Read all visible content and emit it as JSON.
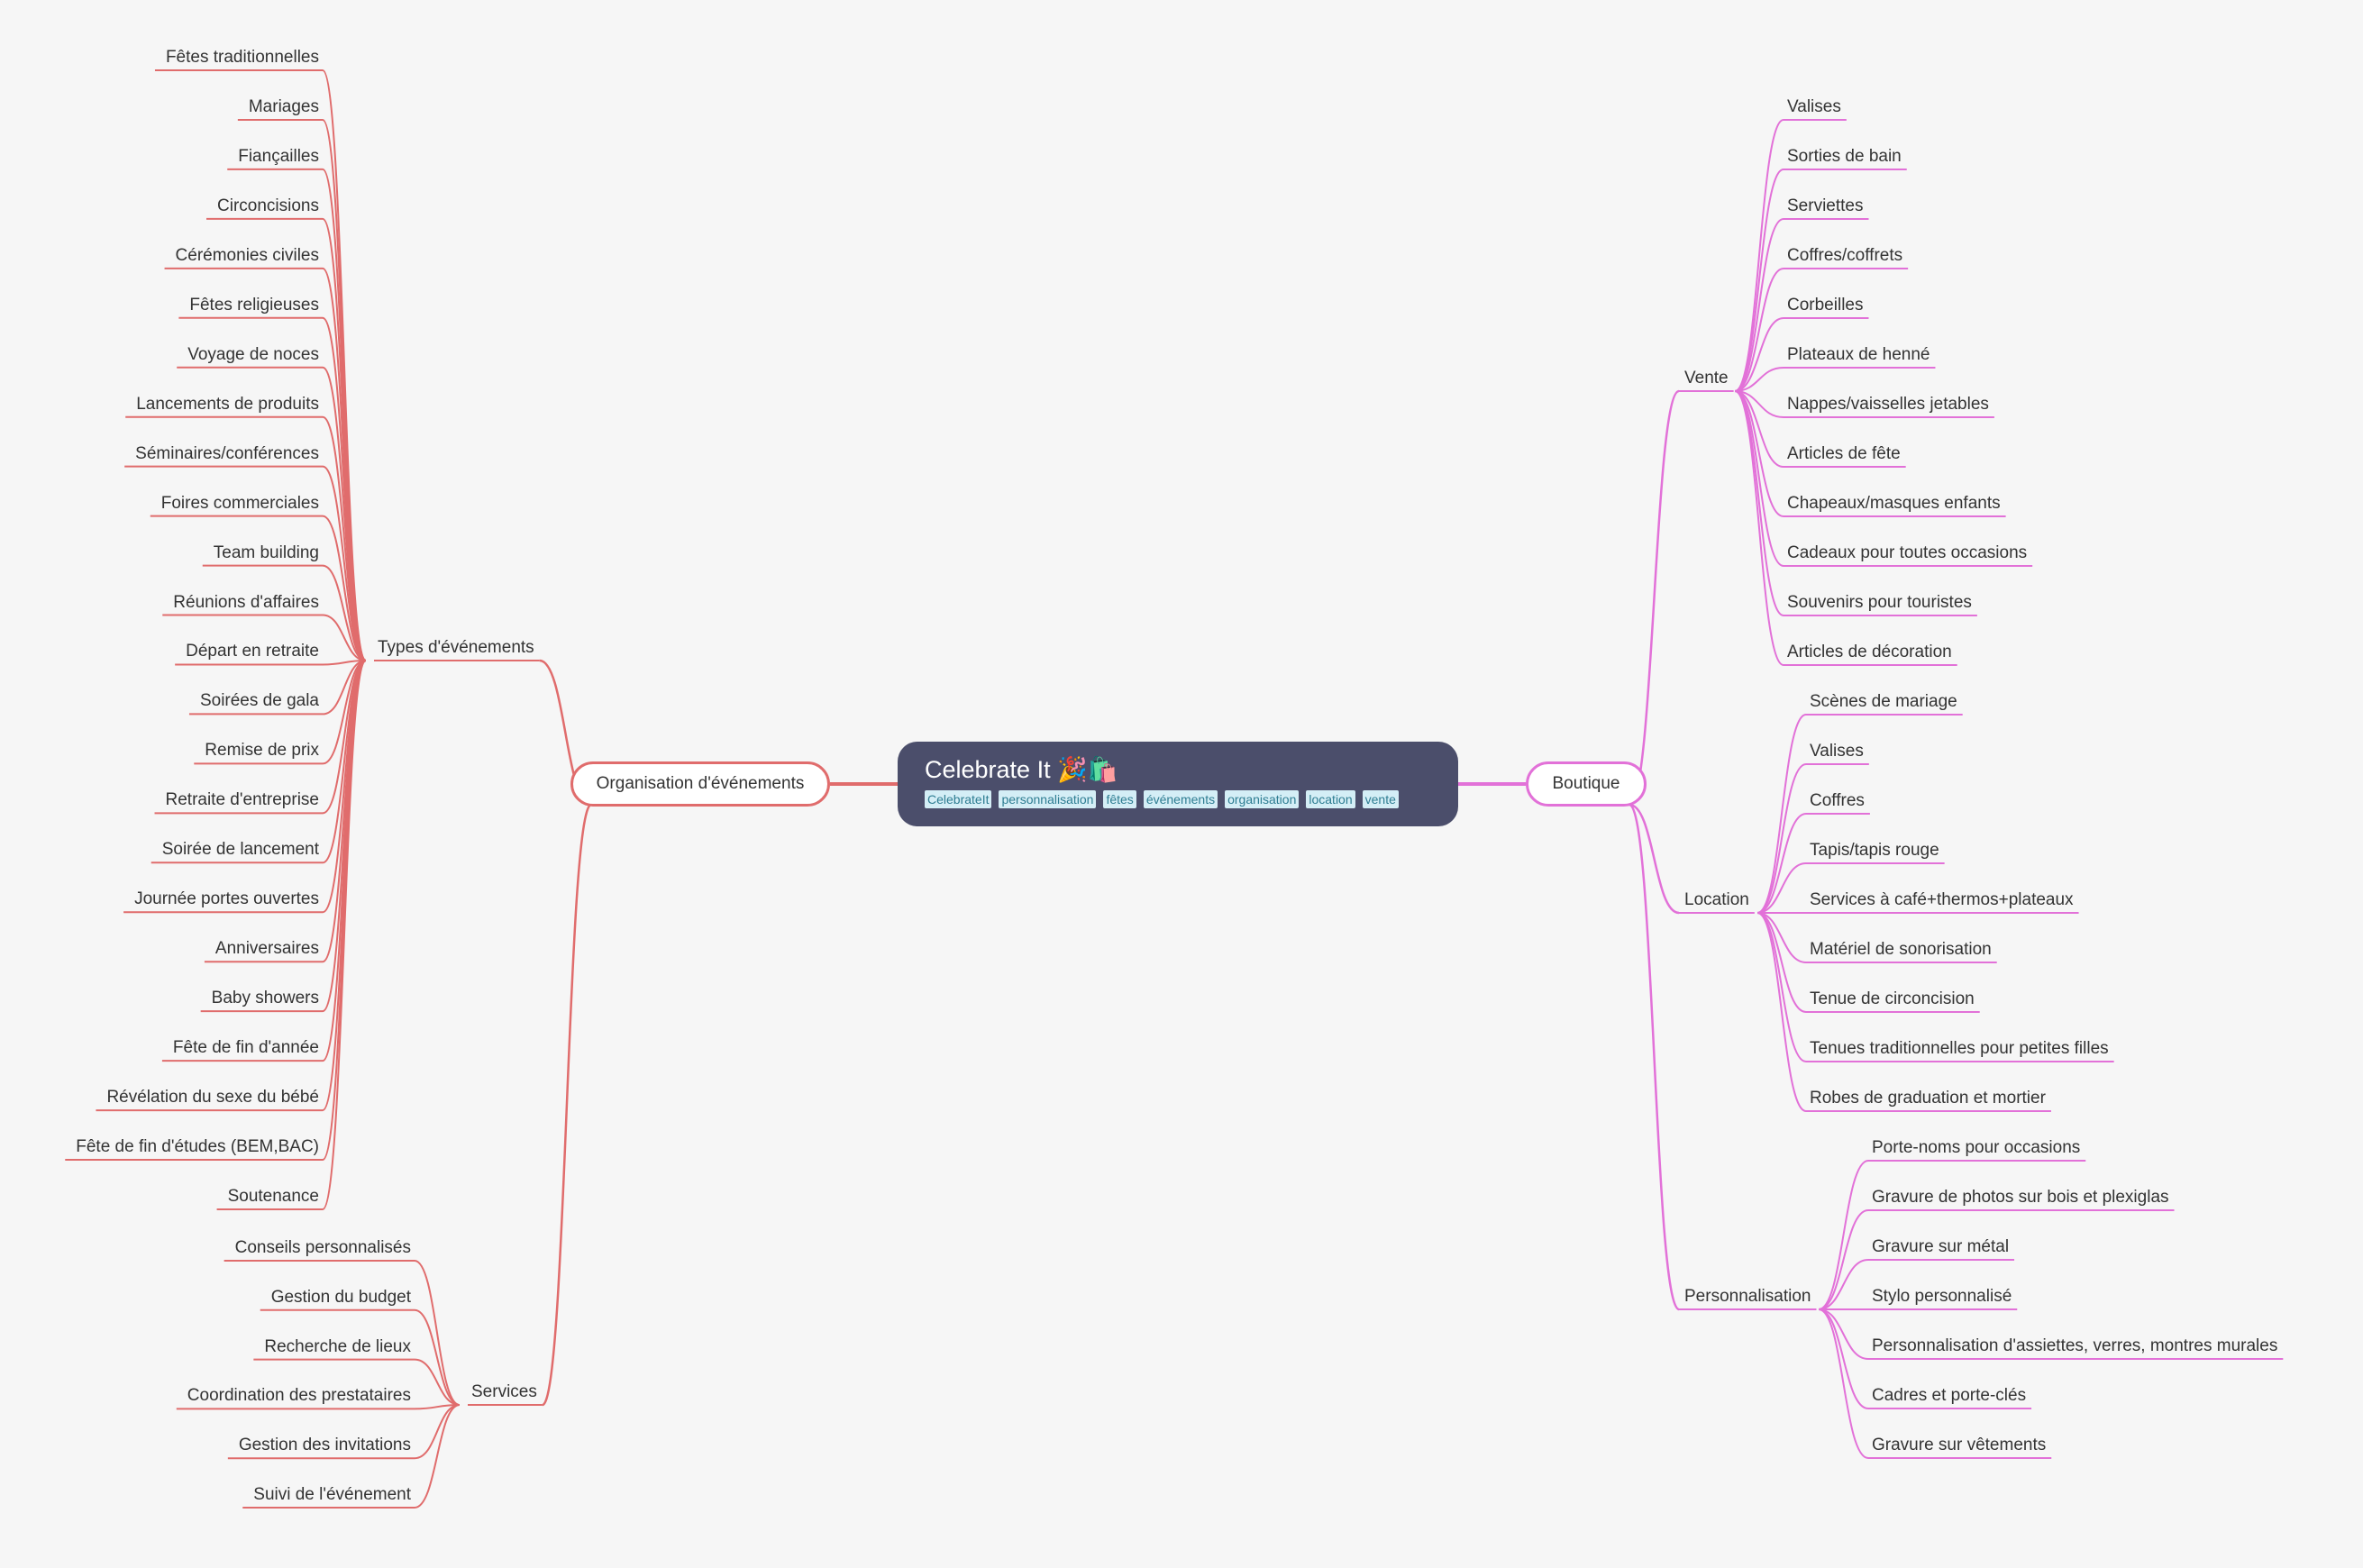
{
  "root": {
    "title": "Celebrate It 🎉🛍️",
    "tags": [
      "CelebrateIt",
      "personnalisation",
      "fêtes",
      "événements",
      "organisation",
      "location",
      "vente"
    ]
  },
  "left": {
    "label": "Organisation d'événements",
    "color": "#e06c6c",
    "groups": [
      {
        "label": "Types d'événements",
        "items": [
          "Fêtes traditionnelles",
          "Mariages",
          "Fiançailles",
          "Circoncisions",
          "Cérémonies civiles",
          "Fêtes religieuses",
          "Voyage de noces",
          "Lancements de produits",
          "Séminaires/conférences",
          "Foires commerciales",
          "Team building",
          "Réunions d'affaires",
          "Départ en retraite",
          "Soirées de gala",
          "Remise de prix",
          "Retraite d'entreprise",
          "Soirée de lancement",
          "Journée portes ouvertes",
          "Anniversaires",
          "Baby showers",
          "Fête de fin d'année",
          "Révélation du sexe du bébé",
          "Fête de fin d'études (BEM,BAC)",
          "Soutenance"
        ]
      },
      {
        "label": "Services",
        "items": [
          "Conseils personnalisés",
          "Gestion du budget",
          "Recherche de lieux",
          "Coordination des prestataires",
          "Gestion des invitations",
          "Suivi de l'événement"
        ]
      }
    ]
  },
  "right": {
    "label": "Boutique",
    "color": "#e271d8",
    "groups": [
      {
        "label": "Vente",
        "items": [
          "Valises",
          "Sorties de bain",
          "Serviettes",
          "Coffres/coffrets",
          "Corbeilles",
          "Plateaux de henné",
          "Nappes/vaisselles jetables",
          "Articles de fête",
          "Chapeaux/masques enfants",
          "Cadeaux pour toutes occasions",
          "Souvenirs pour touristes",
          "Articles de décoration"
        ]
      },
      {
        "label": "Location",
        "items": [
          "Scènes de mariage",
          "Valises",
          "Coffres",
          "Tapis/tapis rouge",
          "Services à café+thermos+plateaux",
          "Matériel de sonorisation",
          "Tenue de circoncision",
          "Tenues traditionnelles pour petites filles",
          "Robes de graduation et mortier"
        ]
      },
      {
        "label": "Personnalisation",
        "items": [
          "Porte-noms pour occasions",
          "Gravure de photos sur bois et plexiglas",
          "Gravure sur métal",
          "Stylo personnalisé",
          "Personnalisation d'assiettes, verres, montres murales",
          "Cadres et porte-clés",
          "Gravure sur vêtements"
        ]
      }
    ]
  }
}
